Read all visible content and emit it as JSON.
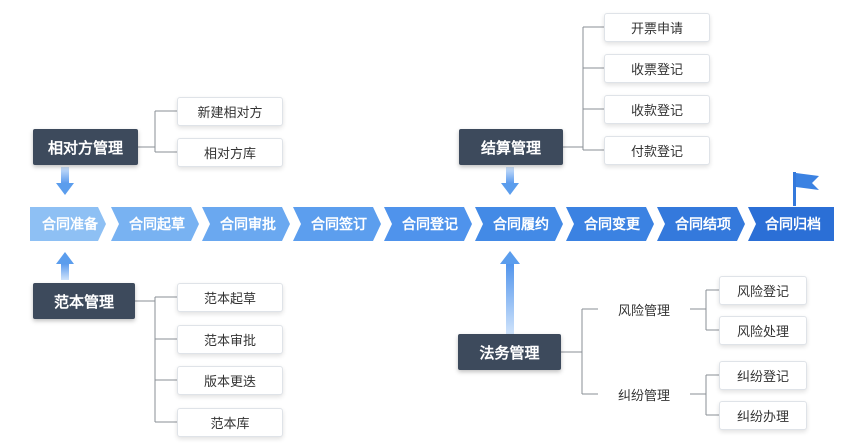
{
  "process": {
    "stages": [
      "合同准备",
      "合同起草",
      "合同审批",
      "合同签订",
      "合同登记",
      "合同履约",
      "合同变更",
      "合同结项",
      "合同归档"
    ],
    "colors": [
      "#8ec0f4",
      "#78b2f2",
      "#6aa8f0",
      "#5c9eee",
      "#4f93ec",
      "#438ae6",
      "#3b82e2",
      "#3479dc",
      "#2b6fd6"
    ]
  },
  "groups": {
    "counterparty": {
      "title": "相对方管理",
      "items": [
        "新建相对方",
        "相对方库"
      ]
    },
    "template": {
      "title": "范本管理",
      "items": [
        "范本起草",
        "范本审批",
        "版本更迭",
        "范本库"
      ]
    },
    "settlement": {
      "title": "结算管理",
      "items": [
        "开票申请",
        "收票登记",
        "收款登记",
        "付款登记"
      ]
    },
    "legal": {
      "title": "法务管理",
      "risk": {
        "title": "风险管理",
        "items": [
          "风险登记",
          "风险处理"
        ]
      },
      "dispute": {
        "title": "纠纷管理",
        "items": [
          "纠纷登记",
          "纠纷办理"
        ]
      }
    }
  },
  "icons": {
    "flag": "flag-icon"
  }
}
